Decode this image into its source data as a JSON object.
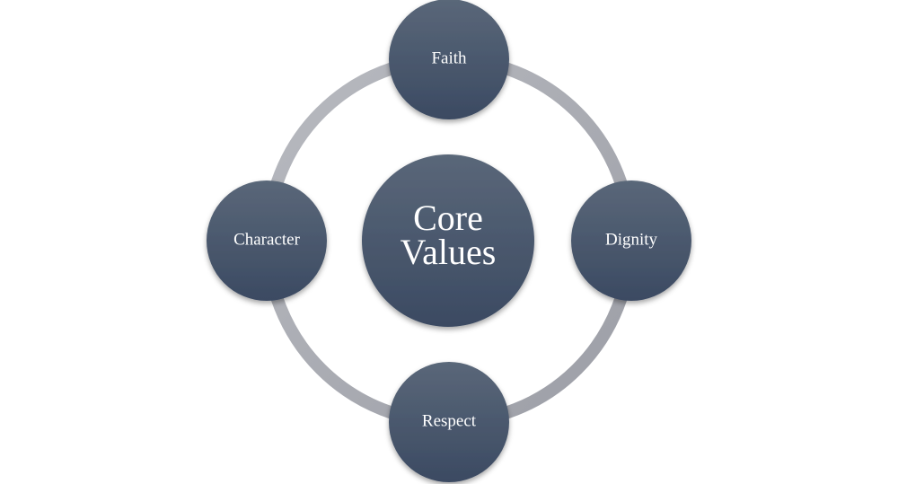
{
  "diagram": {
    "center": {
      "line1": "Core",
      "line2": "Values"
    },
    "nodes": {
      "top": "Faith",
      "right": "Dignity",
      "bottom": "Respect",
      "left": "Character"
    }
  },
  "colors": {
    "node_top": "#5a6779",
    "node_bottom": "#3b4a62",
    "ring": "#a9abb2",
    "text": "#ffffff"
  }
}
